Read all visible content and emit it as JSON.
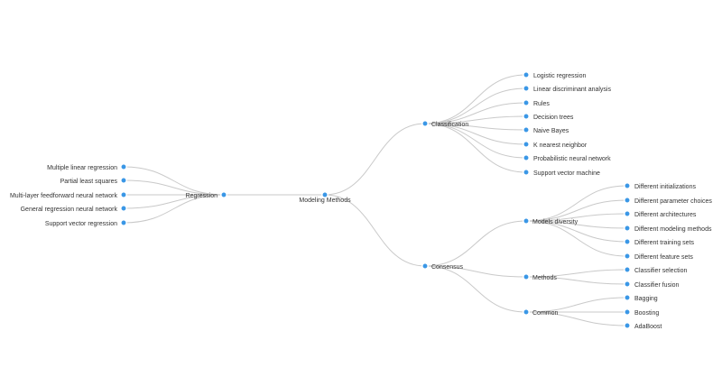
{
  "tree": {
    "root": {
      "label": "Modeling Methods",
      "children": [
        {
          "label": "Regression",
          "children": [
            {
              "label": "Multiple linear regression"
            },
            {
              "label": "Partial least squares"
            },
            {
              "label": "Multi-layer feedforward neural network"
            },
            {
              "label": "General regression neural network"
            },
            {
              "label": "Support vector regression"
            }
          ]
        },
        {
          "label": "Classification",
          "children": [
            {
              "label": "Logistic regression"
            },
            {
              "label": "Linear discriminant analysis"
            },
            {
              "label": "Rules"
            },
            {
              "label": "Decision trees"
            },
            {
              "label": "Naive Bayes"
            },
            {
              "label": "K nearest neighbor"
            },
            {
              "label": "Probabilistic neural network"
            },
            {
              "label": "Support vector machine"
            }
          ]
        },
        {
          "label": "Consensus",
          "children": [
            {
              "label": "Models diversity",
              "children": [
                {
                  "label": "Different initializations"
                },
                {
                  "label": "Different parameter choices"
                },
                {
                  "label": "Different architectures"
                },
                {
                  "label": "Different modeling methods"
                },
                {
                  "label": "Different training sets"
                },
                {
                  "label": "Different feature sets"
                }
              ]
            },
            {
              "label": "Methods",
              "children": [
                {
                  "label": "Classifier selection"
                },
                {
                  "label": "Classifier fusion"
                }
              ]
            },
            {
              "label": "Common",
              "children": [
                {
                  "label": "Bagging"
                },
                {
                  "label": "Boosting"
                },
                {
                  "label": "AdaBoost"
                }
              ]
            }
          ]
        }
      ]
    }
  },
  "colors": {
    "node": "#3a97e6",
    "link": "#c9c9c9",
    "text": "#333333"
  }
}
